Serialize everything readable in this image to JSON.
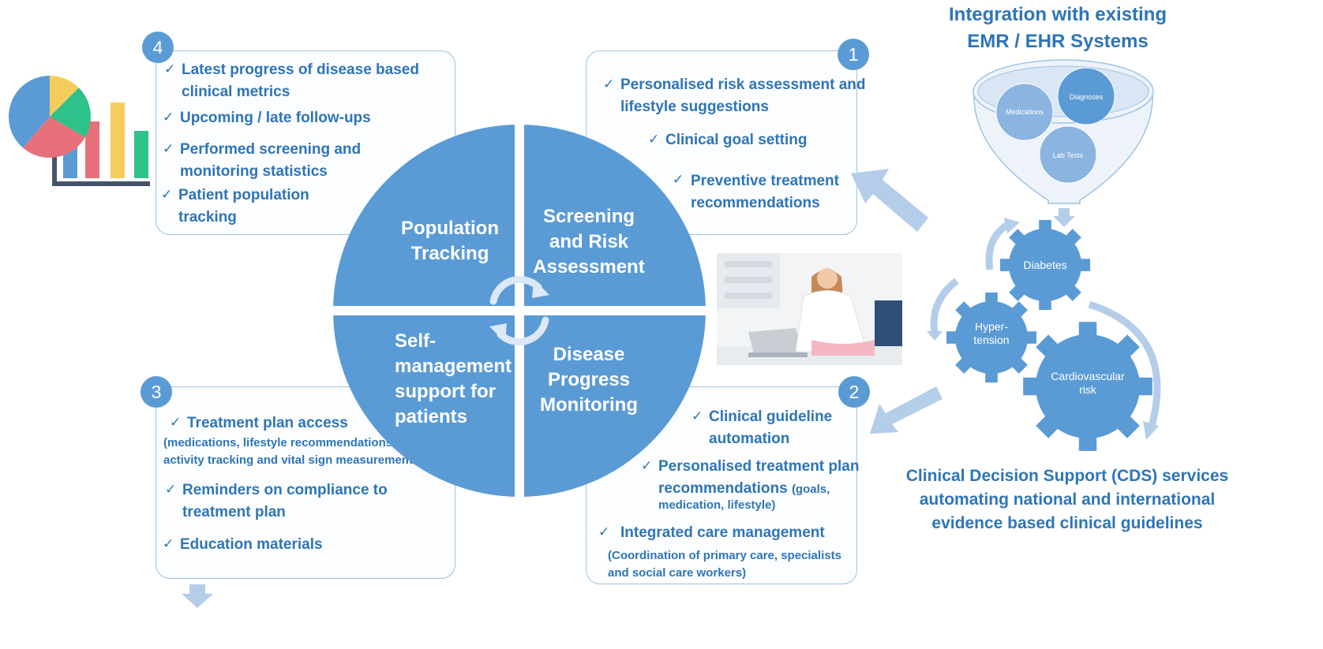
{
  "quadrants": {
    "population": [
      "Population",
      "Tracking"
    ],
    "screening": [
      "Screening",
      "and Risk",
      "Assessment"
    ],
    "self": [
      "Self-",
      "management",
      "support for",
      "patients"
    ],
    "disease": [
      "Disease",
      "Progress",
      "Monitoring"
    ]
  },
  "box1": {
    "badge": "1",
    "items": [
      [
        "Personalised risk assessment and",
        "lifestyle suggestions"
      ],
      [
        "Clinical goal setting"
      ],
      [
        "Preventive treatment",
        "recommendations"
      ]
    ]
  },
  "box2": {
    "badge": "2",
    "items": [
      [
        "Clinical guideline",
        "automation"
      ],
      [
        "Personalised treatment plan",
        "recommendations"
      ],
      [
        "Integrated care management"
      ]
    ],
    "item2_extra": "(goals,",
    "item2_sub": "medication, lifestyle)",
    "item3_sub": [
      "(Coordination of primary care, specialists",
      "and social care workers)"
    ]
  },
  "box3": {
    "badge": "3",
    "items": [
      [
        "Treatment plan access"
      ],
      [
        "Reminders on compliance  to",
        "treatment plan"
      ],
      [
        "Education  materials"
      ]
    ],
    "item1_sub": [
      "(medications, lifestyle recommendations,",
      "activity tracking and vital sign measurements)"
    ]
  },
  "box4": {
    "badge": "4",
    "items": [
      [
        "Latest progress of disease based",
        "clinical  metrics"
      ],
      [
        "Upcoming  / late follow-ups"
      ],
      [
        "Performed screening and",
        "monitoring   statistics"
      ],
      [
        "Patient population",
        "tracking"
      ]
    ]
  },
  "emr": {
    "heading": [
      "Integration with existing",
      "EMR / EHR Systems"
    ],
    "circles": [
      "Medications",
      "Diagnoses",
      "Lab Tests"
    ]
  },
  "gears": {
    "diabetes": "Diabetes",
    "hypertension": [
      "Hyper-",
      "tension"
    ],
    "cardio": [
      "Cardiovascular",
      "risk"
    ]
  },
  "cds": {
    "heading": [
      "Clinical Decision Support (CDS) services",
      "automating national and international",
      "evidence based clinical guidelines"
    ]
  },
  "icons": {
    "check": "✓",
    "chart": "chart-icon",
    "doctor": "doctor-photo"
  },
  "colors": {
    "blue": "#5b9bd5",
    "text": "#2e75b6",
    "border": "#9dc3e6",
    "arrow": "#b4cde9"
  }
}
